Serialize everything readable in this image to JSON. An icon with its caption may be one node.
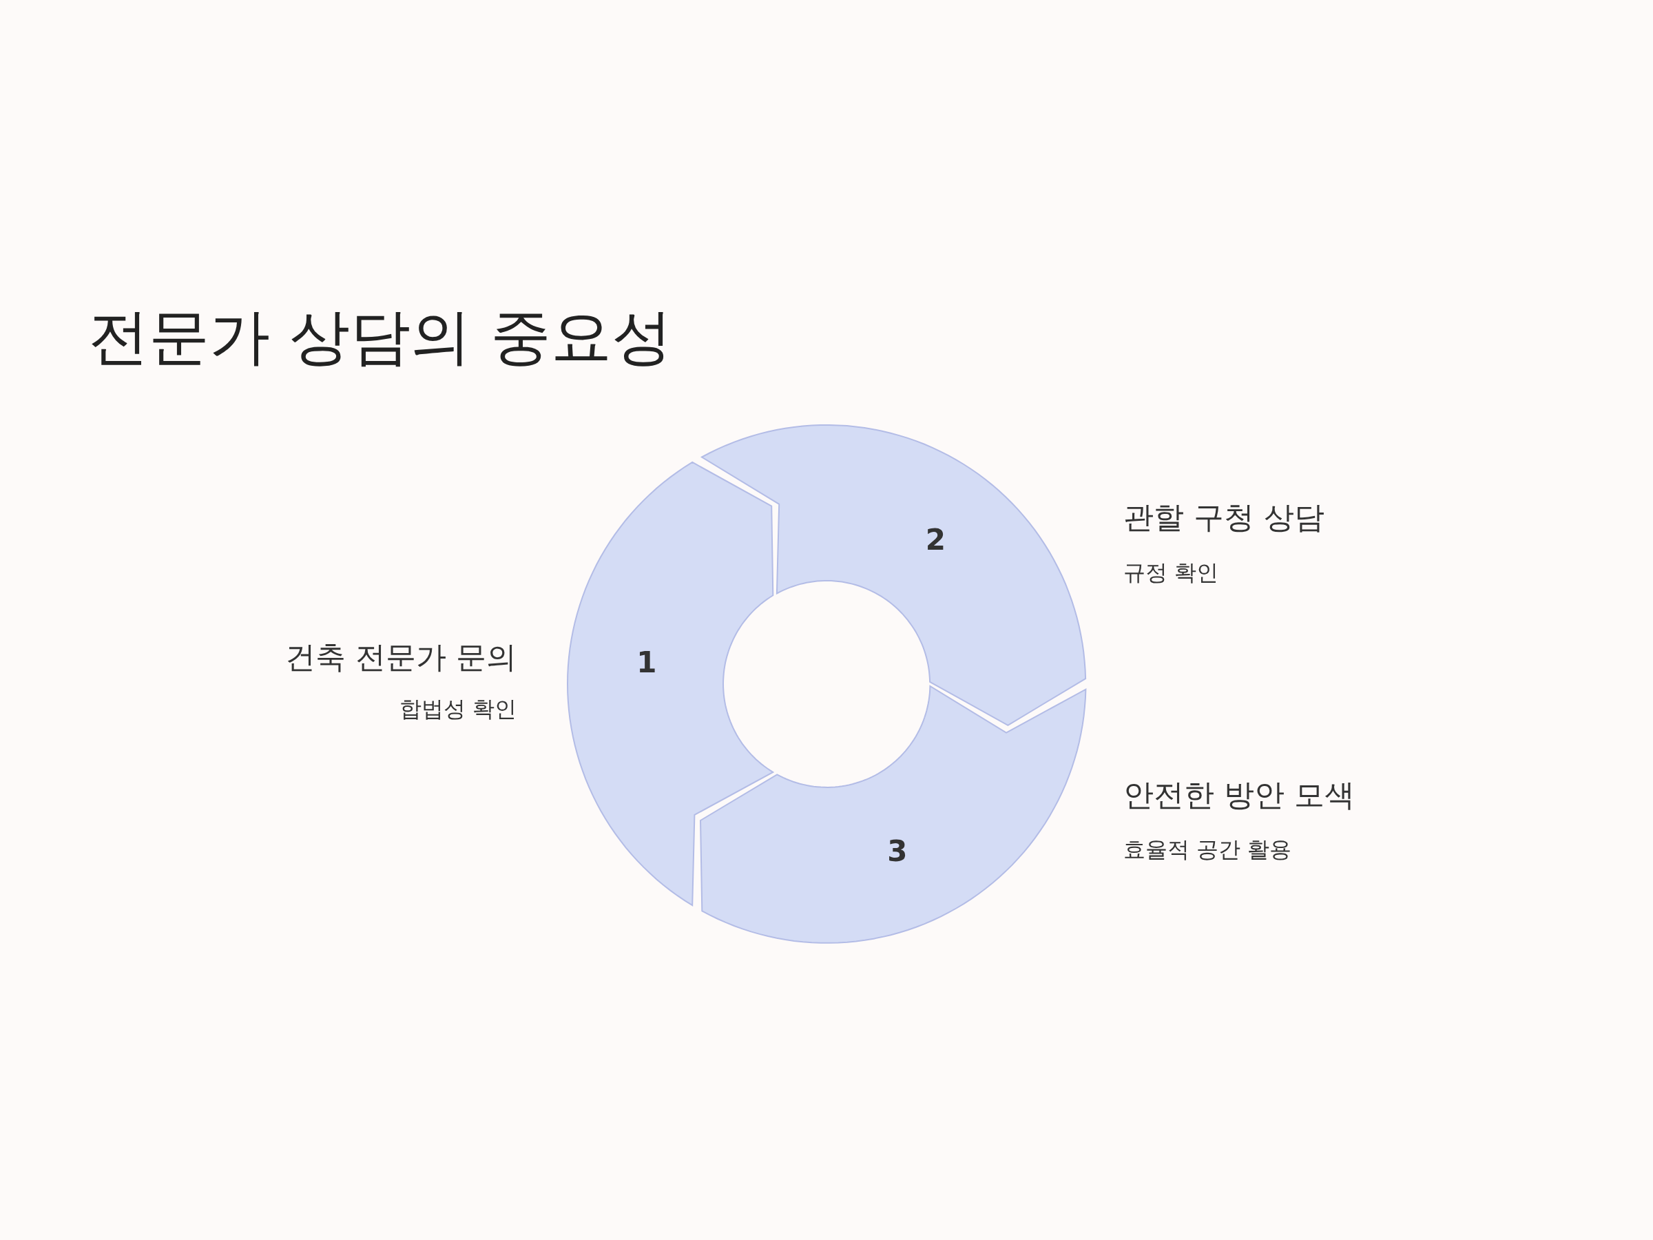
{
  "diagram": {
    "title": "전문가 상담의 중요성",
    "nodes": [
      {
        "text": [
          "1"
        ],
        "beside": [
          "건축 전문가 문의",
          "합법성 확인"
        ]
      },
      {
        "text": [
          "2"
        ],
        "beside": [
          "관할 구청 상담",
          "규정 확인"
        ]
      },
      {
        "text": [
          "3"
        ],
        "beside": [
          "안전한 방안 모색",
          "효율적 공간 활용"
        ]
      }
    ]
  }
}
